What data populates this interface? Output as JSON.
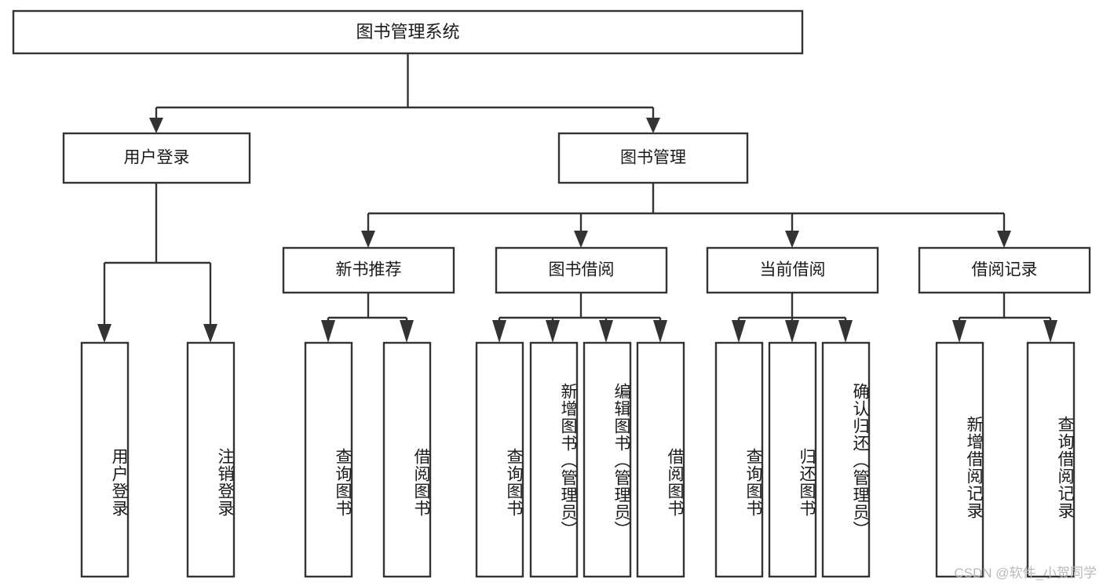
{
  "diagram": {
    "title": "图书管理系统",
    "type": "tree",
    "watermark": "CSDN @软件_小贺同学",
    "colors": {
      "stroke": "#333333",
      "box_fill": "#ffffff",
      "text": "#1a1a1a",
      "watermark": "#b9b9b9",
      "background": "#ffffff"
    },
    "root": {
      "label": "图书管理系统"
    },
    "level2": [
      {
        "label": "用户登录"
      },
      {
        "label": "图书管理"
      }
    ],
    "level3": [
      {
        "label": "新书推荐"
      },
      {
        "label": "图书借阅"
      },
      {
        "label": "当前借阅"
      },
      {
        "label": "借阅记录"
      }
    ],
    "leaves": {
      "user_login": [
        {
          "label": "用户登录"
        },
        {
          "label": "注销登录"
        }
      ],
      "new_book_recommend": [
        {
          "label": "查询图书"
        },
        {
          "label": "借阅图书"
        }
      ],
      "book_borrow": [
        {
          "label": "查询图书"
        },
        {
          "label": "新增图书（管理员）"
        },
        {
          "label": "编辑图书（管理员）"
        },
        {
          "label": "借阅图书"
        }
      ],
      "current_borrow": [
        {
          "label": "查询图书"
        },
        {
          "label": "归还图书"
        },
        {
          "label": "确认归还（管理员）"
        }
      ],
      "borrow_record": [
        {
          "label": "新增借阅记录"
        },
        {
          "label": "查询借阅记录"
        }
      ]
    }
  }
}
